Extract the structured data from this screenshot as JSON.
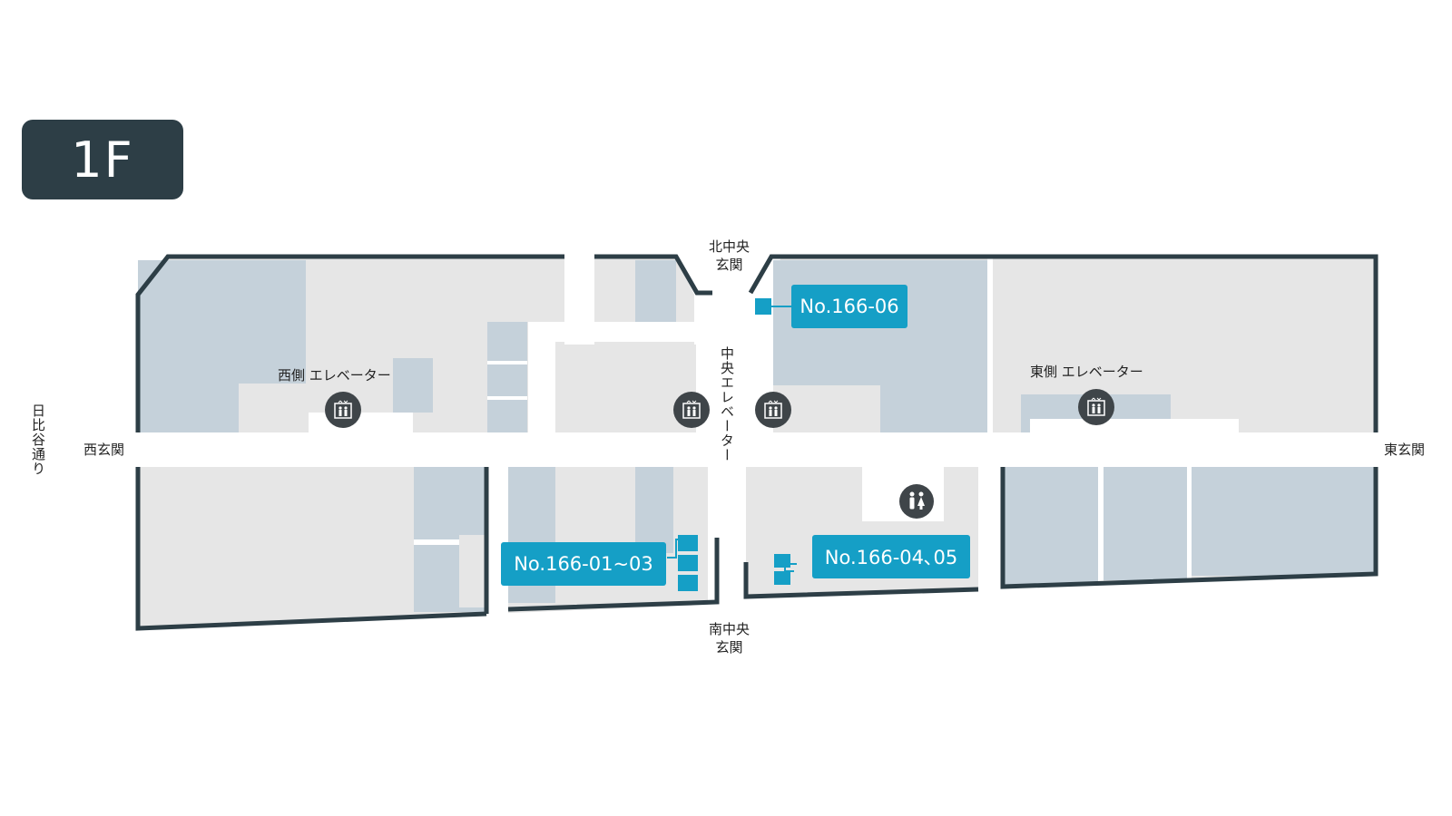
{
  "floor": "1F",
  "entrances": {
    "north_line1": "北中央",
    "north_line2": "玄関",
    "south_line1": "南中央",
    "south_line2": "玄関",
    "west": "西玄関",
    "east": "東玄関"
  },
  "street": "日比谷通り",
  "elevators": {
    "west": "西側 エレベーター",
    "east": "東側 エレベーター",
    "central": "中央エレベーター"
  },
  "spots": [
    {
      "label": "No.166-06"
    },
    {
      "label": "No.166-01~03"
    },
    {
      "label": "No.166-04､05"
    }
  ],
  "icons": {
    "elevator": "elevator-icon",
    "restroom": "restroom-icon"
  },
  "colors": {
    "badge": "#2d3e46",
    "wall": "#2d3e46",
    "room_light": "#e6e6e6",
    "room_blue": "#c5d1da",
    "spot": "#159fc6"
  }
}
